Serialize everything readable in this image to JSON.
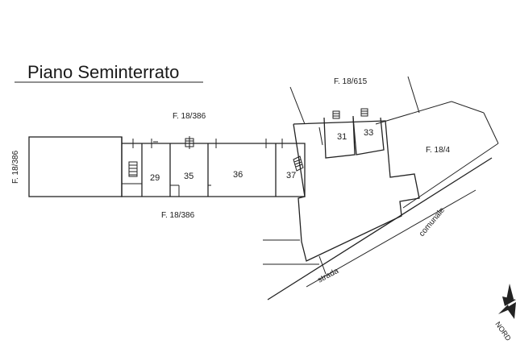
{
  "title": "Piano Seminterrato",
  "parcels": {
    "west": "F. 18/386",
    "north": "F. 18/386",
    "south": "F. 18/386",
    "northeast": "F. 18/615",
    "east": "F. 18/4"
  },
  "units": [
    "29",
    "35",
    "36",
    "37",
    "31",
    "33"
  ],
  "roads": {
    "strada": "strada",
    "comunale": "comunale"
  },
  "compass": "NORD"
}
